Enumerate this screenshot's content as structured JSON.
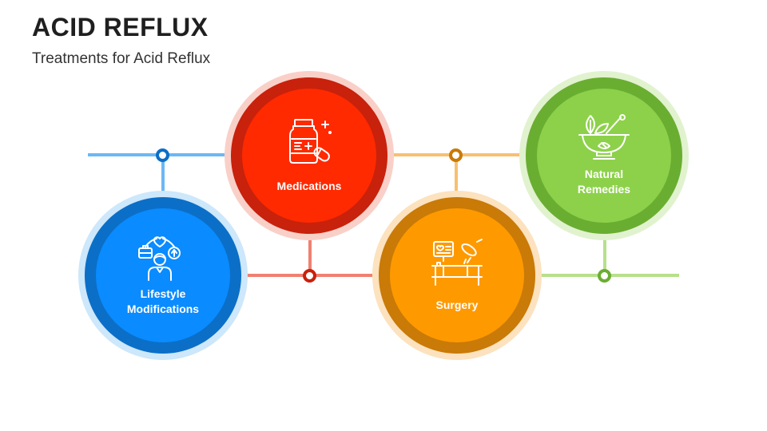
{
  "header": {
    "title": "ACID REFLUX",
    "subtitle": "Treatments for Acid Reflux"
  },
  "colors": {
    "blue": "#0A8BFF",
    "blue_ring": "#0B6FC7",
    "red": "#FF2A00",
    "red_ring": "#C8210C",
    "orange": "#FF9900",
    "orange_ring": "#C97A07",
    "green": "#8DD14A",
    "green_ring": "#6AAE31"
  },
  "treatments": [
    {
      "label": "Lifestyle\nModifications",
      "icon": "lifestyle-person-icon",
      "color": "blue"
    },
    {
      "label": "Medications",
      "icon": "medicine-bottle-pill-icon",
      "color": "red"
    },
    {
      "label": "Surgery",
      "icon": "surgery-monitor-bed-icon",
      "color": "orange"
    },
    {
      "label": "Natural\nRemedies",
      "icon": "mortar-pestle-herbs-icon",
      "color": "green"
    }
  ]
}
